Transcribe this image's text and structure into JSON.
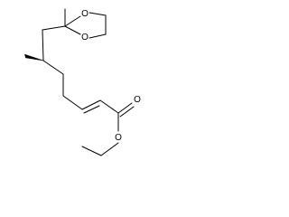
{
  "colors": {
    "ink": "#000000",
    "background": "#ffffff"
  },
  "atoms": {
    "dioxolane_o_upper": "O",
    "dioxolane_o_lower": "O",
    "ester_carbonyl_o": "O",
    "ester_ether_o": "O"
  }
}
